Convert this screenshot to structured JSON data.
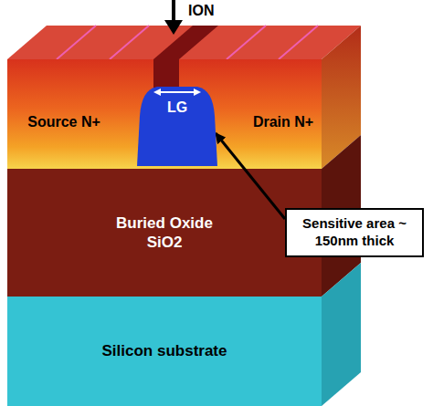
{
  "diagram": {
    "nodes": [
      {
        "text": [
          "Source N+"
        ]
      },
      {
        "text": [
          "LG"
        ]
      },
      {
        "text": [
          "Drain N+"
        ]
      },
      {
        "text": [
          "Buried Oxide SiO2"
        ]
      },
      {
        "text": [
          "Sensitive area ~ 150nm thick"
        ]
      },
      {
        "text": [
          "Silicon substrate"
        ]
      }
    ],
    "edges": [
      {
        "from": 4,
        "to": 1,
        "arrow": "to"
      }
    ],
    "labels": [
      "ION"
    ]
  }
}
